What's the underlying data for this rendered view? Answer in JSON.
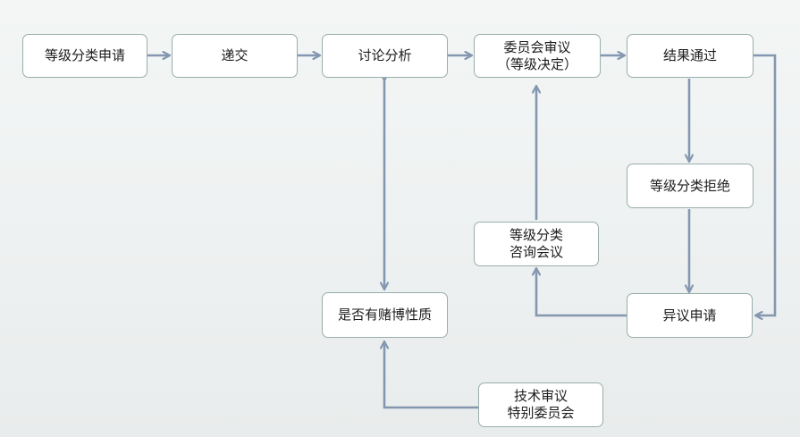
{
  "flowchart": {
    "nodes": {
      "apply": "等级分类申请",
      "submit": "递交",
      "discuss": "讨论分析",
      "committee": "委员会审议\n（等级决定）",
      "passed": "结果通过",
      "rejected": "等级分类拒绝",
      "consult": "等级分类\n咨询会议",
      "gambling": "是否有赌博性质",
      "objection": "异议申请",
      "tech": "技术审议\n特别委员会"
    }
  },
  "colors": {
    "arrow": "#8497b0",
    "node_border": "#98aeaa",
    "node_fill": "#ffffff"
  }
}
